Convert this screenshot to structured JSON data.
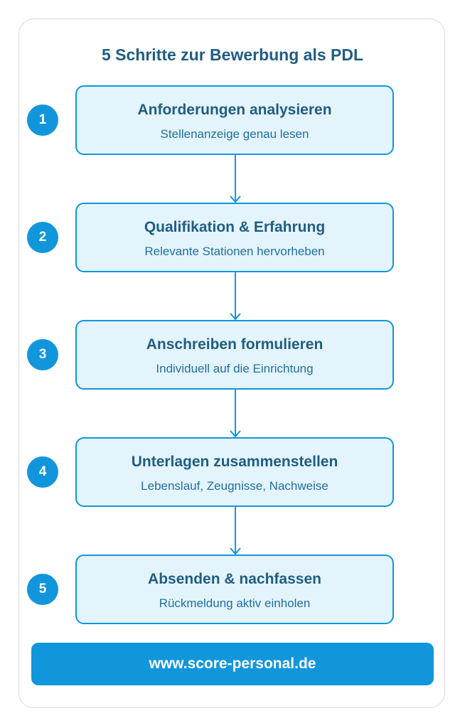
{
  "title": "5 Schritte zur Bewerbung als PDL",
  "steps": [
    {
      "number": "1",
      "title": "Anforderungen analysieren",
      "subtitle": "Stellenanzeige genau lesen"
    },
    {
      "number": "2",
      "title": "Qualifikation & Erfahrung",
      "subtitle": "Relevante Stationen hervorheben"
    },
    {
      "number": "3",
      "title": "Anschreiben formulieren",
      "subtitle": "Individuell auf die Einrichtung"
    },
    {
      "number": "4",
      "title": "Unterlagen zusammenstellen",
      "subtitle": "Lebenslauf, Zeugnisse, Nachweise"
    },
    {
      "number": "5",
      "title": "Absenden & nachfassen",
      "subtitle": "Rückmeldung aktiv einholen"
    }
  ],
  "footer": {
    "url": "www.score-personal.de"
  },
  "colors": {
    "accent": "#1196dc",
    "heading": "#1f5d82",
    "box_fill": "#e4f4fc",
    "card_border": "#d9d9d9"
  }
}
